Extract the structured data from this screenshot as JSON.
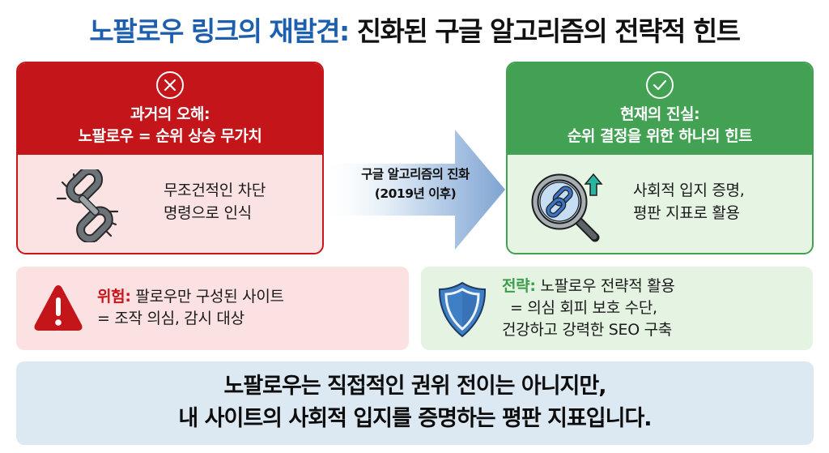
{
  "title": {
    "highlight": "노팔로우 링크의 재발견:",
    "rest": " 진화된 구글 알고리즘의 전략적 힌트"
  },
  "past_card": {
    "icon": "x-circle-icon",
    "heading_line1": "과거의 오해:",
    "heading_line2": "노팔로우 = 순위 상승 무가치",
    "body_icon": "broken-chain-icon",
    "body_line1": "무조건적인 차단",
    "body_line2": "명령으로 인식",
    "color": "#c4161a"
  },
  "arrow": {
    "line1": "구글 알고리즘의 진화",
    "line2": "(2019년 이후)"
  },
  "present_card": {
    "icon": "check-circle-icon",
    "heading_line1": "현재의 진실:",
    "heading_line2": "순위 결정을 위한 하나의 힌트",
    "body_icon": "magnifier-link-icon",
    "body_line1": "사회적 입지 증명,",
    "body_line2": "평판 지표로 활용",
    "color": "#42a152"
  },
  "danger_panel": {
    "icon": "warning-icon",
    "label": "위험:",
    "line1_rest": " 팔로우만 구성된 사이트",
    "line2": "= 조작 의심, 감시 대상"
  },
  "strategy_panel": {
    "icon": "shield-icon",
    "label": "전략:",
    "line1_rest": " 노팔로우 전략적 활용",
    "line2": "= 의심 회피 보호 수단,",
    "line3": "건강하고 강력한 SEO 구축"
  },
  "summary": {
    "line1": "노팔로우는 직접적인 권위 전이는 아니지만,",
    "line2": "내 사이트의 사회적 입지를 증명하는 평판 지표입니다."
  }
}
